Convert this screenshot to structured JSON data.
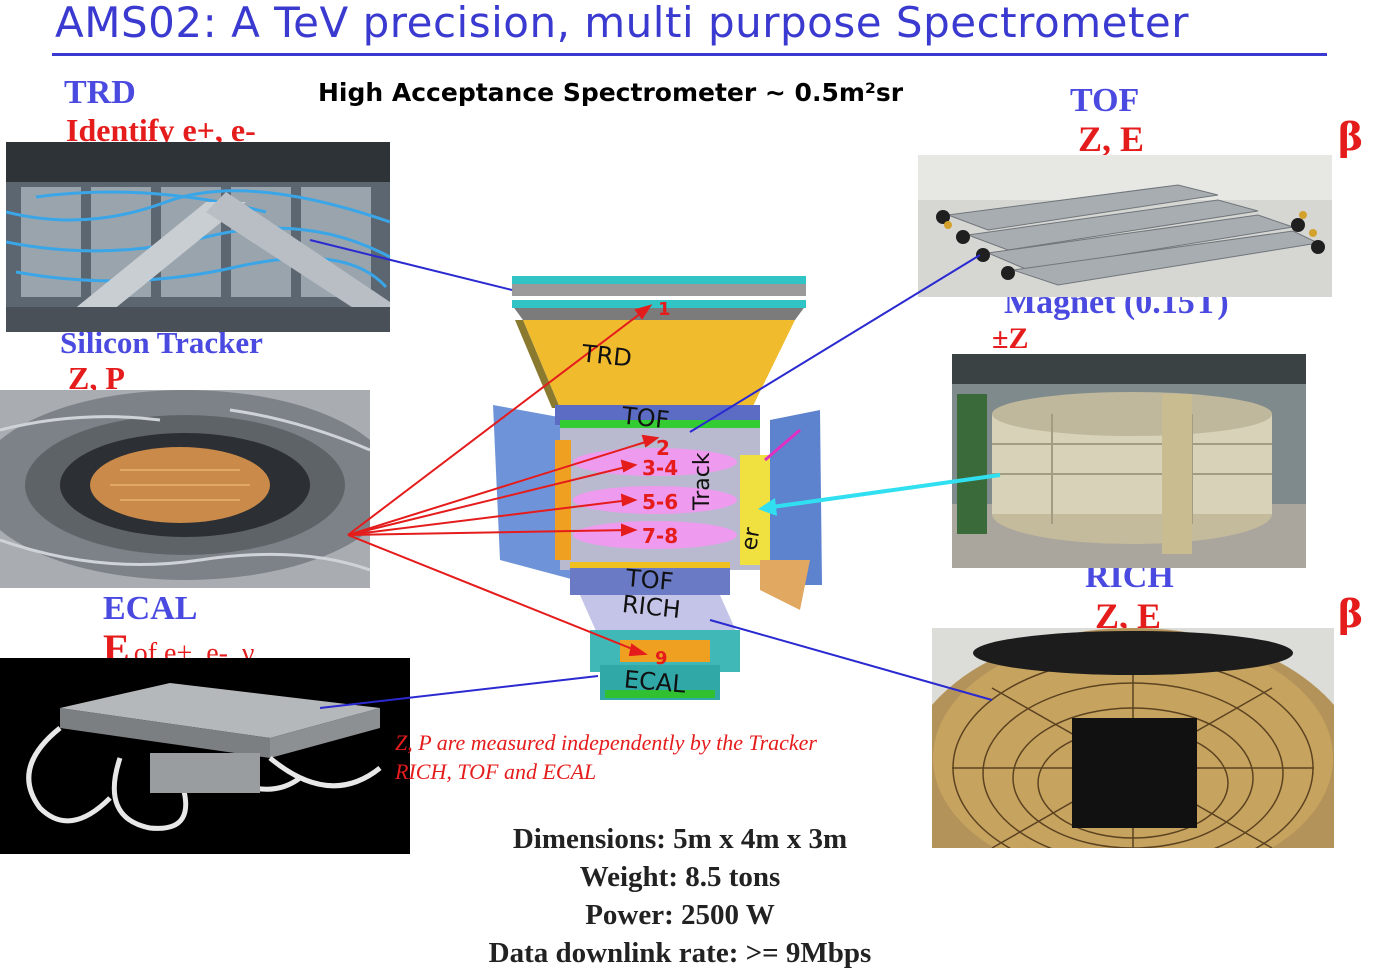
{
  "title": "AMS02: A TeV precision, multi purpose Spectrometer",
  "subtitle": "High Acceptance Spectrometer ~ 0.5m²sr",
  "labels": {
    "trd": {
      "name": "TRD",
      "desc": "Identify e+, e-"
    },
    "tracker": {
      "name": "Silicon Tracker",
      "desc": "Z, P"
    },
    "ecal": {
      "name": "ECAL",
      "desc_big": "E",
      "desc": "of e+, e-, γ"
    },
    "tof": {
      "name": "TOF",
      "desc": "Z, E",
      "beta": "β"
    },
    "magnet": {
      "name": "Magnet (0.15T)",
      "desc": "±Z"
    },
    "rich": {
      "name": "RICH",
      "desc": "Z, E",
      "beta": "β"
    }
  },
  "detector": {
    "trd": "TRD",
    "tof_top": "TOF",
    "tof_bottom": "TOF",
    "rich": "RICH",
    "ecal": "ECAL",
    "tracker": "Track",
    "tracker_2": "er",
    "layers": [
      "1",
      "2",
      "3-4",
      "5-6",
      "7-8",
      "9"
    ]
  },
  "note": [
    "Z, P are measured independently by the  Tracker",
    "RICH, TOF  and ECAL"
  ],
  "specs": [
    "Dimensions: 5m x 4m x 3m",
    "Weight: 8.5 tons",
    "Power: 2500 W",
    "Data downlink rate: >= 9Mbps"
  ],
  "colors": {
    "title": "#3a3ad0",
    "label_blue": "#4a4ae0",
    "label_red": "#e51c1c",
    "connector_blue": "#2a2ad0",
    "connector_red": "#e51c1c",
    "connector_cyan": "#30e0f0"
  }
}
